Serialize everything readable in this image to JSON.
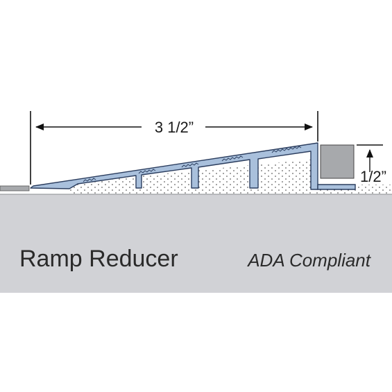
{
  "dimensions": {
    "width_label": "3 1/2”",
    "height_label": "1/2”"
  },
  "labels": {
    "product_name": "Ramp Reducer",
    "compliance": "ADA Compliant"
  },
  "colors": {
    "floor": "#d1d2d6",
    "ramp_metal": "#a9c0dc",
    "outline": "#2b3d5e",
    "flooring_block": "#a7a9ac",
    "dimension_line": "#111111"
  }
}
